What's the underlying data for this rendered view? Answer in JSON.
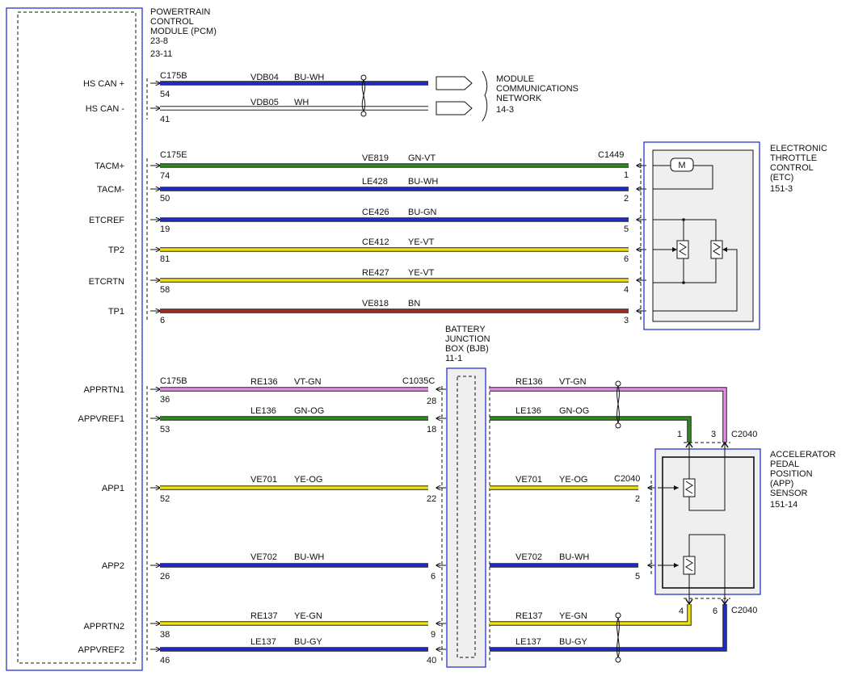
{
  "pcm": {
    "title": [
      "POWERTRAIN",
      "CONTROL",
      "MODULE (PCM)",
      "23-8",
      "23-11"
    ],
    "pin_labels": {
      "hs_can_p": "HS CAN +",
      "hs_can_n": "HS CAN -",
      "tacm_p": "TACM+",
      "tacm_n": "TACM-",
      "etcref": "ETCREF",
      "tp2": "TP2",
      "etcrtn": "ETCRTN",
      "tp1": "TP1",
      "apprtn1": "APPRTN1",
      "appvref1": "APPVREF1",
      "app1": "APP1",
      "app2": "APP2",
      "apprtn2": "APPRTN2",
      "appvref2": "APPVREF2"
    }
  },
  "connectors": {
    "c175b": "C175B",
    "c175e": "C175E",
    "c1449": "C1449",
    "c1035c": "C1035C",
    "c2040": "C2040"
  },
  "module_comm": [
    "MODULE",
    "COMMUNICATIONS",
    "NETWORK",
    "14-3"
  ],
  "etc": [
    "ELECTRONIC",
    "THROTTLE",
    "CONTROL",
    "(ETC)",
    "151-3"
  ],
  "bjb": [
    "BATTERY",
    "JUNCTION",
    "BOX (BJB)",
    "11-1"
  ],
  "app_sensor": [
    "ACCELERATOR",
    "PEDAL",
    "POSITION",
    "(APP)",
    "SENSOR",
    "151-14"
  ],
  "motor_symbol": "M",
  "circuits": {
    "vdb04": {
      "id": "VDB04",
      "color": "BU-WH",
      "pin": "54"
    },
    "vdb05": {
      "id": "VDB05",
      "color": "WH",
      "pin": "41"
    },
    "ve819": {
      "id": "VE819",
      "color": "GN-VT",
      "pin": "74",
      "etc_pin": "1"
    },
    "le428": {
      "id": "LE428",
      "color": "BU-WH",
      "pin": "50",
      "etc_pin": "2"
    },
    "ce426": {
      "id": "CE426",
      "color": "BU-GN",
      "pin": "19",
      "etc_pin": "5"
    },
    "ce412": {
      "id": "CE412",
      "color": "YE-VT",
      "pin": "81",
      "etc_pin": "6"
    },
    "re427": {
      "id": "RE427",
      "color": "YE-VT",
      "pin": "58",
      "etc_pin": "4"
    },
    "ve818": {
      "id": "VE818",
      "color": "BN",
      "pin": "6",
      "etc_pin": "3"
    },
    "re136": {
      "id": "RE136",
      "color": "VT-GN",
      "pin": "36",
      "bjb_pin": "28",
      "app_pin": "3"
    },
    "le136": {
      "id": "LE136",
      "color": "GN-OG",
      "pin": "53",
      "bjb_pin": "18",
      "app_pin": "1"
    },
    "ve701": {
      "id": "VE701",
      "color": "YE-OG",
      "pin": "52",
      "bjb_pin": "22",
      "app_pin": "2"
    },
    "ve702": {
      "id": "VE702",
      "color": "BU-WH",
      "pin": "26",
      "bjb_pin": "6",
      "app_pin": "5"
    },
    "re137": {
      "id": "RE137",
      "color": "YE-GN",
      "pin": "38",
      "bjb_pin": "9",
      "app_pin": "4"
    },
    "le137": {
      "id": "LE137",
      "color": "BU-GY",
      "pin": "46",
      "bjb_pin": "40",
      "app_pin": "6"
    }
  },
  "wire_colors": {
    "blue": "#1f2bd1",
    "green": "#2f8a1e",
    "yellow": "#f2e200",
    "brown": "#a62a22",
    "violet": "#e28ce8",
    "white": "#ffffff",
    "outline": "#222222",
    "box_blue": "#2b34c8",
    "panel_gray": "#efefef"
  }
}
